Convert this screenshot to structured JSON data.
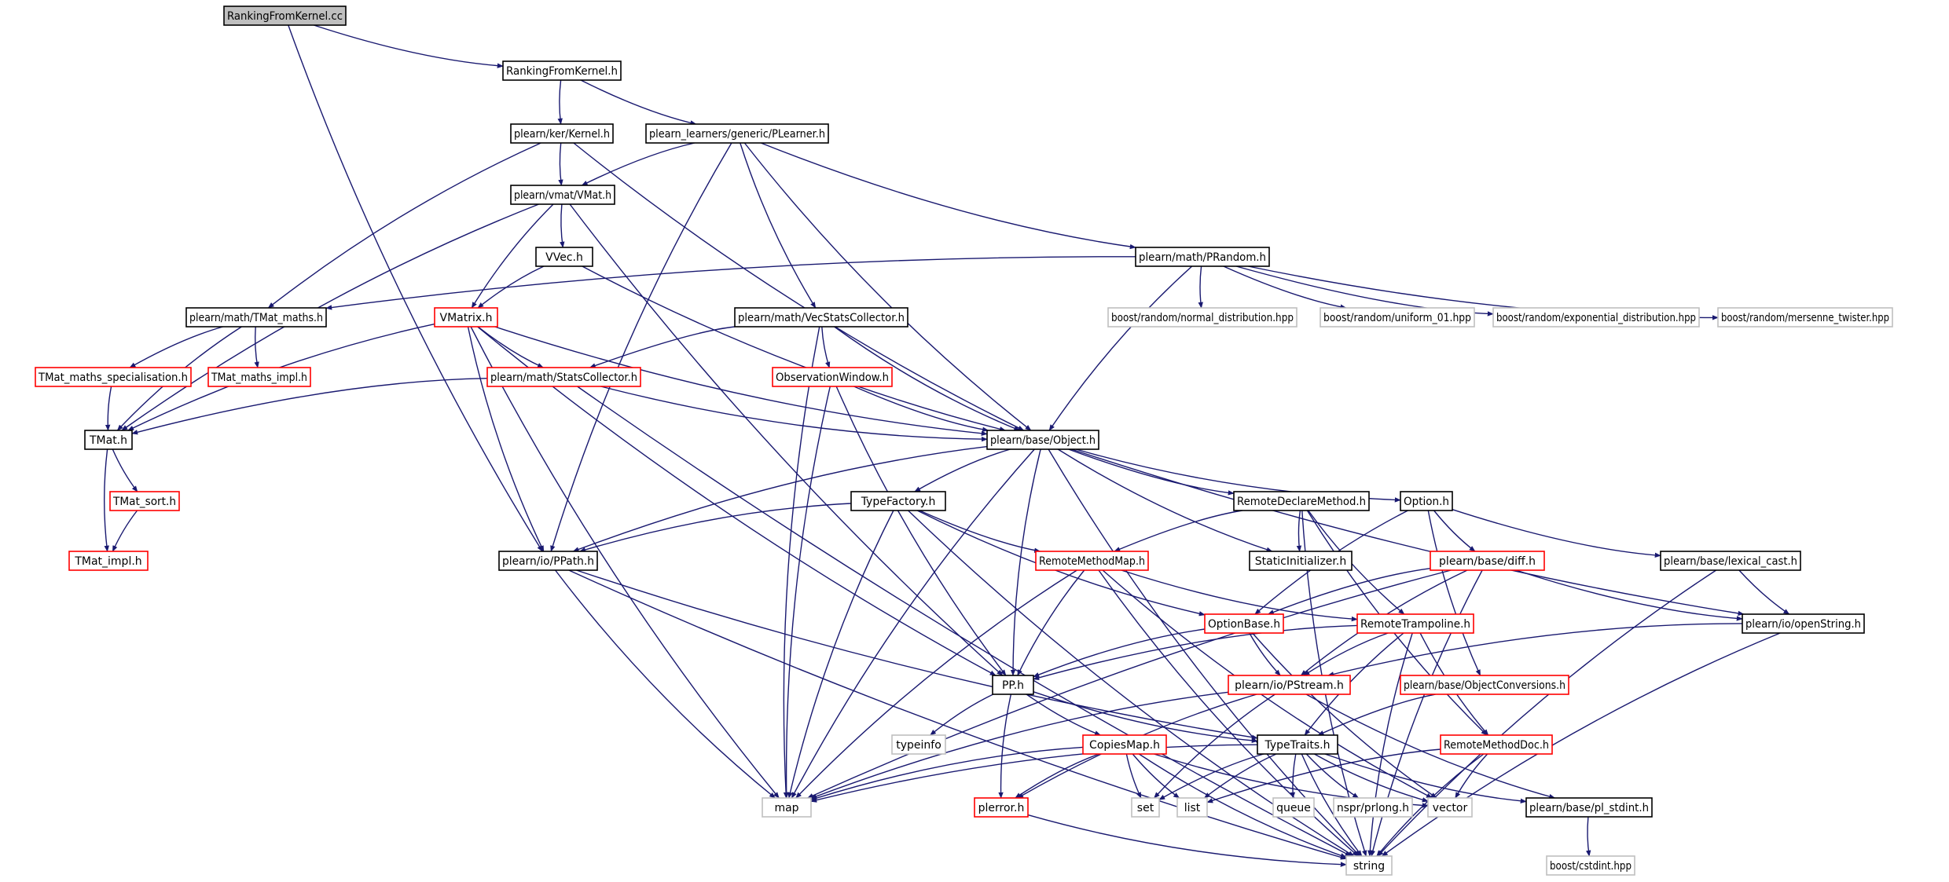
{
  "colors": {
    "edge": "#191970",
    "border_default": "#000000",
    "border_incomplete": "#ff0000",
    "border_external": "#bfbfbf",
    "fill_root": "#bfbfbf",
    "fill_default": "#ffffff"
  },
  "nodes": [
    {
      "id": "rfk_cc",
      "label": "RankingFromKernel.cc",
      "kind": "root"
    },
    {
      "id": "rfk_h",
      "label": "RankingFromKernel.h",
      "kind": "default"
    },
    {
      "id": "kernel",
      "label": "plearn/ker/Kernel.h",
      "kind": "default"
    },
    {
      "id": "plearner",
      "label": "plearn_learners/generic/PLearner.h",
      "kind": "default"
    },
    {
      "id": "vmat",
      "label": "plearn/vmat/VMat.h",
      "kind": "default"
    },
    {
      "id": "vvec",
      "label": "VVec.h",
      "kind": "default"
    },
    {
      "id": "prandom",
      "label": "plearn/math/PRandom.h",
      "kind": "default"
    },
    {
      "id": "tmatmaths",
      "label": "plearn/math/TMat_maths.h",
      "kind": "default"
    },
    {
      "id": "vmatrix",
      "label": "VMatrix.h",
      "kind": "incomplete"
    },
    {
      "id": "vecstats",
      "label": "plearn/math/VecStatsCollector.h",
      "kind": "default"
    },
    {
      "id": "normdist",
      "label": "boost/random/normal_distribution.hpp",
      "kind": "external"
    },
    {
      "id": "uniform01",
      "label": "boost/random/uniform_01.hpp",
      "kind": "external"
    },
    {
      "id": "expdist",
      "label": "boost/random/exponential_distribution.hpp",
      "kind": "external"
    },
    {
      "id": "mersenne",
      "label": "boost/random/mersenne_twister.hpp",
      "kind": "external"
    },
    {
      "id": "tmatspec",
      "label": "TMat_maths_specialisation.h",
      "kind": "incomplete"
    },
    {
      "id": "tmatimpl_m",
      "label": "TMat_maths_impl.h",
      "kind": "incomplete"
    },
    {
      "id": "statscoll",
      "label": "plearn/math/StatsCollector.h",
      "kind": "incomplete"
    },
    {
      "id": "obswin",
      "label": "ObservationWindow.h",
      "kind": "incomplete"
    },
    {
      "id": "tmat",
      "label": "TMat.h",
      "kind": "default"
    },
    {
      "id": "object",
      "label": "plearn/base/Object.h",
      "kind": "default"
    },
    {
      "id": "tmatsort",
      "label": "TMat_sort.h",
      "kind": "incomplete"
    },
    {
      "id": "typefactory",
      "label": "TypeFactory.h",
      "kind": "default"
    },
    {
      "id": "remotedecl",
      "label": "RemoteDeclareMethod.h",
      "kind": "default"
    },
    {
      "id": "option",
      "label": "Option.h",
      "kind": "default"
    },
    {
      "id": "tmatimpl",
      "label": "TMat_impl.h",
      "kind": "incomplete"
    },
    {
      "id": "ppath",
      "label": "plearn/io/PPath.h",
      "kind": "default"
    },
    {
      "id": "remotemap",
      "label": "RemoteMethodMap.h",
      "kind": "incomplete"
    },
    {
      "id": "staticinit",
      "label": "StaticInitializer.h",
      "kind": "default"
    },
    {
      "id": "diff",
      "label": "plearn/base/diff.h",
      "kind": "incomplete"
    },
    {
      "id": "lexcast",
      "label": "plearn/base/lexical_cast.h",
      "kind": "default"
    },
    {
      "id": "optionbase",
      "label": "OptionBase.h",
      "kind": "incomplete"
    },
    {
      "id": "remotetramp",
      "label": "RemoteTrampoline.h",
      "kind": "incomplete"
    },
    {
      "id": "openstring",
      "label": "plearn/io/openString.h",
      "kind": "default"
    },
    {
      "id": "pp",
      "label": "PP.h",
      "kind": "default"
    },
    {
      "id": "pstream",
      "label": "plearn/io/PStream.h",
      "kind": "incomplete"
    },
    {
      "id": "objconv",
      "label": "plearn/base/ObjectConversions.h",
      "kind": "incomplete"
    },
    {
      "id": "typeinfo",
      "label": "typeinfo",
      "kind": "external"
    },
    {
      "id": "copiesmap",
      "label": "CopiesMap.h",
      "kind": "incomplete"
    },
    {
      "id": "typetraits",
      "label": "TypeTraits.h",
      "kind": "default"
    },
    {
      "id": "remotedoc",
      "label": "RemoteMethodDoc.h",
      "kind": "incomplete"
    },
    {
      "id": "map",
      "label": "map",
      "kind": "external"
    },
    {
      "id": "plerror",
      "label": "plerror.h",
      "kind": "incomplete"
    },
    {
      "id": "set",
      "label": "set",
      "kind": "external"
    },
    {
      "id": "list",
      "label": "list",
      "kind": "external"
    },
    {
      "id": "queue",
      "label": "queue",
      "kind": "external"
    },
    {
      "id": "nsprlong",
      "label": "nspr/prlong.h",
      "kind": "external"
    },
    {
      "id": "vector",
      "label": "vector",
      "kind": "external"
    },
    {
      "id": "plstdint",
      "label": "plearn/base/pl_stdint.h",
      "kind": "default"
    },
    {
      "id": "string",
      "label": "string",
      "kind": "external"
    },
    {
      "id": "cstdint",
      "label": "boost/cstdint.hpp",
      "kind": "external"
    }
  ],
  "edges": [
    [
      "rfk_cc",
      "rfk_h"
    ],
    [
      "rfk_cc",
      "ppath"
    ],
    [
      "rfk_h",
      "kernel"
    ],
    [
      "rfk_h",
      "plearner"
    ],
    [
      "kernel",
      "vmat"
    ],
    [
      "kernel",
      "tmatmaths"
    ],
    [
      "kernel",
      "object"
    ],
    [
      "plearner",
      "vmat"
    ],
    [
      "plearner",
      "prandom"
    ],
    [
      "plearner",
      "vecstats"
    ],
    [
      "plearner",
      "object"
    ],
    [
      "plearner",
      "ppath"
    ],
    [
      "vmat",
      "vvec"
    ],
    [
      "vmat",
      "vmatrix"
    ],
    [
      "vmat",
      "tmat"
    ],
    [
      "vmat",
      "pp"
    ],
    [
      "vvec",
      "vmatrix"
    ],
    [
      "vvec",
      "object"
    ],
    [
      "prandom",
      "normdist"
    ],
    [
      "prandom",
      "uniform01"
    ],
    [
      "prandom",
      "expdist"
    ],
    [
      "prandom",
      "mersenne"
    ],
    [
      "prandom",
      "object"
    ],
    [
      "prandom",
      "tmatmaths"
    ],
    [
      "tmatmaths",
      "tmatspec"
    ],
    [
      "tmatmaths",
      "tmatimpl_m"
    ],
    [
      "tmatmaths",
      "tmat"
    ],
    [
      "vmatrix",
      "tmat"
    ],
    [
      "vmatrix",
      "statscoll"
    ],
    [
      "vmatrix",
      "object"
    ],
    [
      "vmatrix",
      "ppath"
    ],
    [
      "vmatrix",
      "pp"
    ],
    [
      "vmatrix",
      "map"
    ],
    [
      "vecstats",
      "statscoll"
    ],
    [
      "vecstats",
      "obswin"
    ],
    [
      "vecstats",
      "object"
    ],
    [
      "vecstats",
      "map"
    ],
    [
      "tmatspec",
      "tmat"
    ],
    [
      "statscoll",
      "tmat"
    ],
    [
      "statscoll",
      "object"
    ],
    [
      "statscoll",
      "string"
    ],
    [
      "obswin",
      "object"
    ],
    [
      "obswin",
      "pp"
    ],
    [
      "obswin",
      "map"
    ],
    [
      "tmat",
      "tmatsort"
    ],
    [
      "tmat",
      "tmatimpl"
    ],
    [
      "tmatsort",
      "tmatimpl"
    ],
    [
      "object",
      "typefactory"
    ],
    [
      "object",
      "remotedecl"
    ],
    [
      "object",
      "option"
    ],
    [
      "object",
      "staticinit"
    ],
    [
      "object",
      "ppath"
    ],
    [
      "object",
      "pp"
    ],
    [
      "object",
      "openstring"
    ],
    [
      "object",
      "map"
    ],
    [
      "object",
      "string"
    ],
    [
      "typefactory",
      "ppath"
    ],
    [
      "typefactory",
      "remotemap"
    ],
    [
      "typefactory",
      "optionbase"
    ],
    [
      "typefactory",
      "map"
    ],
    [
      "typefactory",
      "string"
    ],
    [
      "remotedecl",
      "remotemap"
    ],
    [
      "remotedecl",
      "staticinit"
    ],
    [
      "remotedecl",
      "remotetramp"
    ],
    [
      "remotedecl",
      "remotedoc"
    ],
    [
      "remotedecl",
      "string"
    ],
    [
      "option",
      "diff"
    ],
    [
      "option",
      "lexcast"
    ],
    [
      "option",
      "optionbase"
    ],
    [
      "option",
      "objconv"
    ],
    [
      "ppath",
      "map"
    ],
    [
      "ppath",
      "string"
    ],
    [
      "ppath",
      "typetraits"
    ],
    [
      "remotemap",
      "pp"
    ],
    [
      "remotemap",
      "remotetramp"
    ],
    [
      "remotemap",
      "map"
    ],
    [
      "remotemap",
      "string"
    ],
    [
      "remotemap",
      "vector"
    ],
    [
      "diff",
      "optionbase"
    ],
    [
      "diff",
      "pstream"
    ],
    [
      "diff",
      "openstring"
    ],
    [
      "diff",
      "map"
    ],
    [
      "diff",
      "string"
    ],
    [
      "lexcast",
      "openstring"
    ],
    [
      "lexcast",
      "string"
    ],
    [
      "optionbase",
      "pp"
    ],
    [
      "optionbase",
      "pstream"
    ],
    [
      "optionbase",
      "vector"
    ],
    [
      "remotetramp",
      "pp"
    ],
    [
      "remotetramp",
      "pstream"
    ],
    [
      "remotetramp",
      "typetraits"
    ],
    [
      "remotetramp",
      "remotedoc"
    ],
    [
      "remotetramp",
      "string"
    ],
    [
      "openstring",
      "pstream"
    ],
    [
      "openstring",
      "string"
    ],
    [
      "pp",
      "typeinfo"
    ],
    [
      "pp",
      "copiesmap"
    ],
    [
      "pp",
      "plerror"
    ],
    [
      "pp",
      "typetraits"
    ],
    [
      "pstream",
      "plerror"
    ],
    [
      "pstream",
      "map"
    ],
    [
      "pstream",
      "set"
    ],
    [
      "pstream",
      "plstdint"
    ],
    [
      "objconv",
      "typetraits"
    ],
    [
      "copiesmap",
      "map"
    ],
    [
      "copiesmap",
      "plerror"
    ],
    [
      "copiesmap",
      "set"
    ],
    [
      "copiesmap",
      "list"
    ],
    [
      "copiesmap",
      "vector"
    ],
    [
      "copiesmap",
      "string"
    ],
    [
      "typetraits",
      "map"
    ],
    [
      "typetraits",
      "set"
    ],
    [
      "typetraits",
      "list"
    ],
    [
      "typetraits",
      "queue"
    ],
    [
      "typetraits",
      "nsprlong"
    ],
    [
      "typetraits",
      "vector"
    ],
    [
      "typetraits",
      "string"
    ],
    [
      "typetraits",
      "plstdint"
    ],
    [
      "remotedoc",
      "list"
    ],
    [
      "remotedoc",
      "vector"
    ],
    [
      "remotedoc",
      "string"
    ],
    [
      "plerror",
      "string"
    ],
    [
      "plstdint",
      "cstdint"
    ]
  ]
}
